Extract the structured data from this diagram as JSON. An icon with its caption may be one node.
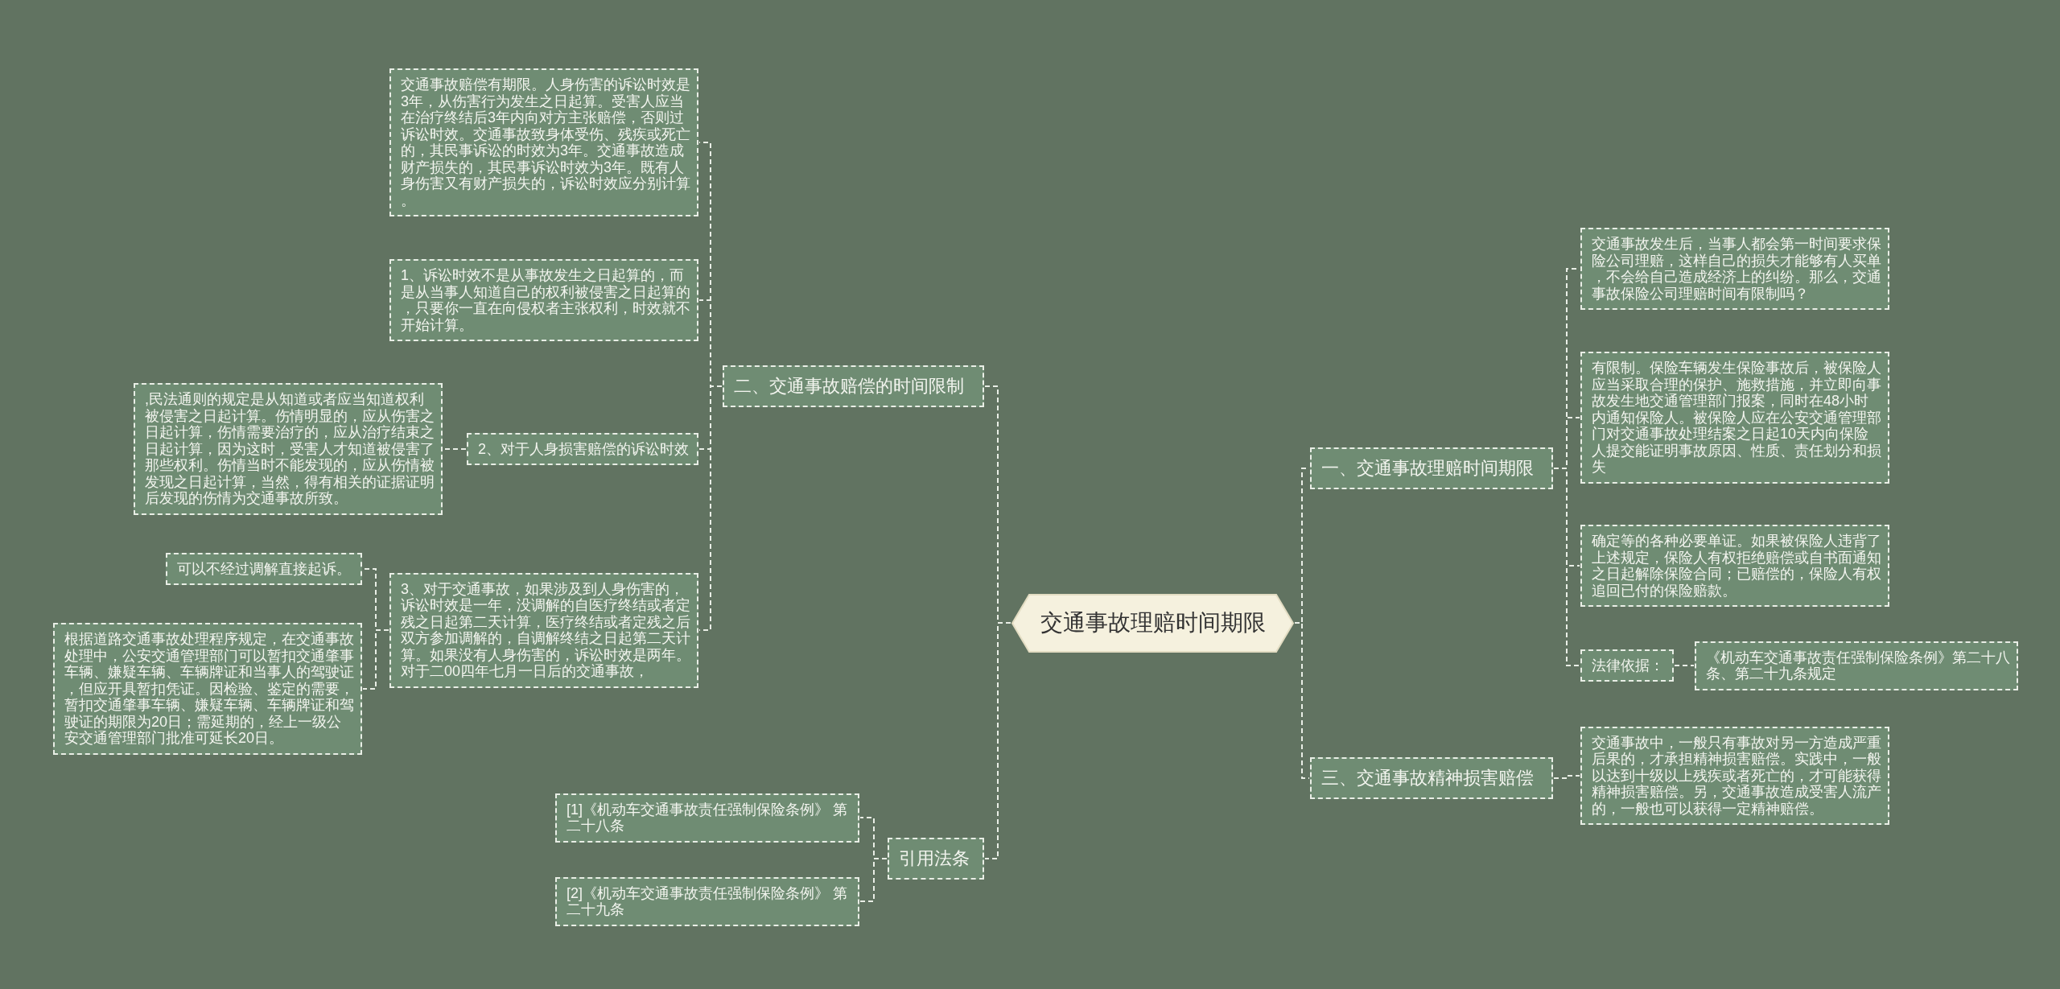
{
  "diagram": {
    "nodes": [
      {
        "text": [
          "交通事故理赔时间期限"
        ]
      },
      {
        "text": [
          "二、交通事故赔偿的时间限制"
        ]
      },
      {
        "text": [
          "交通事故赔偿有期限。人身伤害的诉讼时效是3年，从伤害行为发生之日起算。受害人应当在治疗终结后3年内向对方主张赔偿，否则过诉讼时效。交通事故致身体受伤、残疾或死亡的，其民事诉讼的时效为3年。交通事故造成财产损失的，其民事诉讼时效为3年。既有人身伤害又有财产损失的，诉讼时效应分别计算。"
        ]
      },
      {
        "text": [
          "1、诉讼时效不是从事故发生之日起算的，而是从当事人知道自己的权利被侵害之日起算的，只要你一直在向侵权者主张权利，时效就不开始计算。"
        ]
      },
      {
        "text": [
          "2、对于人身损害赔偿的诉讼时效"
        ]
      },
      {
        "text": [
          ",民法通则的规定是从知道或者应当知道权利被侵害之日起计算。伤情明显的，应从伤害之日起计算，伤情需要治疗的，应从治疗结束之日起计算，因为这时，受害人才知道被侵害了那些权利。伤情当时不能发现的，应从伤情被发现之日起计算，当然，得有相关的证据证明后发现的伤情为交通事故所致。"
        ]
      },
      {
        "text": [
          "3、对于交通事故，如果涉及到人身伤害的，诉讼时效是一年，没调解的自医疗终结或者定残之日起第二天计算，医疗终结或者定残之后双方参加调解的，自调解终结之日起第二天计算。如果没有人身伤害的，诉讼时效是两年。对于二00四年七月一日后的交通事故，"
        ]
      },
      {
        "text": [
          "可以不经过调解直接起诉。"
        ]
      },
      {
        "text": [
          "根据道路交通事故处理程序规定，在交通事故处理中，公安交通管理部门可以暂扣交通肇事车辆、嫌疑车辆、车辆牌证和当事人的驾驶证，但应开具暂扣凭证。因检验、鉴定的需要，暂扣交通肇事车辆、嫌疑车辆、车辆牌证和驾驶证的期限为20日；需延期的，经上一级公安交通管理部门批准可延长20日。"
        ]
      },
      {
        "text": [
          "引用法条"
        ]
      },
      {
        "text": [
          "[1]《机动车交通事故责任强制保险条例》 第二十八条"
        ]
      },
      {
        "text": [
          "[2]《机动车交通事故责任强制保险条例》 第二十九条"
        ]
      },
      {
        "text": [
          "一、交通事故理赔时间期限"
        ]
      },
      {
        "text": [
          "交通事故发生后，当事人都会第一时间要求保险公司理赔，这样自己的损失才能够有人买单，不会给自己造成经济上的纠纷。那么，交通事故保险公司理赔时间有限制吗？"
        ]
      },
      {
        "text": [
          "有限制。保险车辆发生保险事故后，被保险人应当采取合理的保护、施救措施，并立即向事故发生地交通管理部门报案，同时在48小时内通知保险人。被保险人应在公安交通管理部门对交通事故处理结案之日起10天内向保险人提交能证明事故原因、性质、责任划分和损失"
        ]
      },
      {
        "text": [
          "确定等的各种必要单证。如果被保险人违背了上述规定，保险人有权拒绝赔偿或自书面通知之日起解除保险合同；已赔偿的，保险人有权追回已付的保险赔款。"
        ]
      },
      {
        "text": [
          "法律依据："
        ]
      },
      {
        "text": [
          "《机动车交通事故责任强制保险条例》第二十八条、第二十九条规定"
        ]
      },
      {
        "text": [
          "三、交通事故精神损害赔偿"
        ]
      },
      {
        "text": [
          "交通事故中，一般只有事故对另一方造成严重后果的，才承担精神损害赔偿。实践中，一般以达到十级以上残疾或者死亡的，才可能获得精神损害赔偿。另，交通事故造成受害人流产的，一般也可以获得一定精神赔偿。"
        ]
      }
    ],
    "edges": [
      {
        "from": 0,
        "to": 1,
        "arrow": "none"
      },
      {
        "from": 1,
        "to": 2,
        "arrow": "none"
      },
      {
        "from": 1,
        "to": 3,
        "arrow": "none"
      },
      {
        "from": 1,
        "to": 4,
        "arrow": "none"
      },
      {
        "from": 4,
        "to": 5,
        "arrow": "none"
      },
      {
        "from": 1,
        "to": 6,
        "arrow": "none"
      },
      {
        "from": 6,
        "to": 7,
        "arrow": "none"
      },
      {
        "from": 6,
        "to": 8,
        "arrow": "none"
      },
      {
        "from": 0,
        "to": 9,
        "arrow": "none"
      },
      {
        "from": 9,
        "to": 10,
        "arrow": "none"
      },
      {
        "from": 9,
        "to": 11,
        "arrow": "none"
      },
      {
        "from": 0,
        "to": 12,
        "arrow": "none"
      },
      {
        "from": 12,
        "to": 13,
        "arrow": "none"
      },
      {
        "from": 12,
        "to": 14,
        "arrow": "none"
      },
      {
        "from": 12,
        "to": 15,
        "arrow": "none"
      },
      {
        "from": 12,
        "to": 16,
        "arrow": "none"
      },
      {
        "from": 16,
        "to": 17,
        "arrow": "none"
      },
      {
        "from": 0,
        "to": 18,
        "arrow": "none"
      },
      {
        "from": 18,
        "to": 19,
        "arrow": "none"
      }
    ]
  }
}
